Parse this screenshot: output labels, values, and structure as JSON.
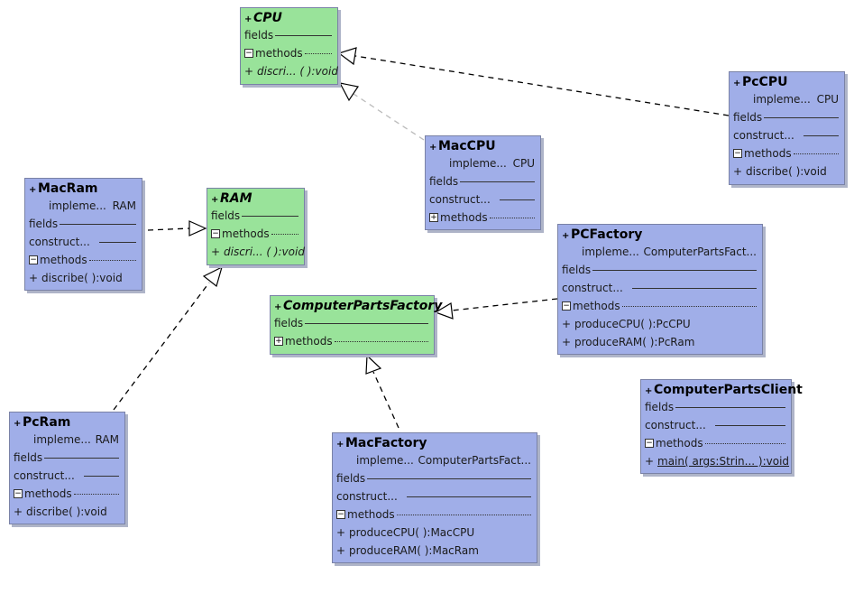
{
  "diagram": {
    "visibility_symbol": "+",
    "section_labels": {
      "fields": "fields",
      "constructors": "construct...",
      "methods": "methods"
    },
    "implements_label": "impleme...",
    "colors": {
      "class_fill": "#a0aee8",
      "interface_fill": "#99e39a",
      "border": "#7a82a6",
      "edge": "#000000",
      "edge_faint": "#bbbbbb"
    },
    "classes": {
      "cpu": {
        "name": "CPU",
        "kind": "interface",
        "methods": [
          "discri... ( ):void"
        ]
      },
      "ram": {
        "name": "RAM",
        "kind": "interface",
        "methods": [
          "discri... ( ):void"
        ]
      },
      "factory": {
        "name": "ComputerPartsFactory",
        "kind": "interface"
      },
      "pccpu": {
        "name": "PcCPU",
        "kind": "class",
        "implements": "CPU",
        "methods": [
          "discribe( ):void"
        ]
      },
      "maccpu": {
        "name": "MacCPU",
        "kind": "class",
        "implements": "CPU"
      },
      "macram": {
        "name": "MacRam",
        "kind": "class",
        "implements": "RAM",
        "methods": [
          "discribe( ):void"
        ]
      },
      "pcram": {
        "name": "PcRam",
        "kind": "class",
        "implements": "RAM",
        "methods": [
          "discribe( ):void"
        ]
      },
      "pcfactory": {
        "name": "PCFactory",
        "kind": "class",
        "implements": "ComputerPartsFact...",
        "methods": [
          "produceCPU( ):PcCPU",
          "produceRAM( ):PcRam"
        ]
      },
      "macfactory": {
        "name": "MacFactory",
        "kind": "class",
        "implements": "ComputerPartsFact...",
        "methods": [
          "produceCPU( ):MacCPU",
          "produceRAM( ):MacRam"
        ]
      },
      "client": {
        "name": "ComputerPartsClient",
        "kind": "class",
        "methods": [
          "main( args:Strin... ):void"
        ]
      }
    },
    "relations": [
      {
        "from": "pccpu",
        "to": "cpu",
        "type": "realization"
      },
      {
        "from": "maccpu",
        "to": "cpu",
        "type": "realization"
      },
      {
        "from": "macram",
        "to": "ram",
        "type": "realization"
      },
      {
        "from": "pcram",
        "to": "ram",
        "type": "realization"
      },
      {
        "from": "pcfactory",
        "to": "factory",
        "type": "realization"
      },
      {
        "from": "macfactory",
        "to": "factory",
        "type": "realization"
      }
    ]
  }
}
